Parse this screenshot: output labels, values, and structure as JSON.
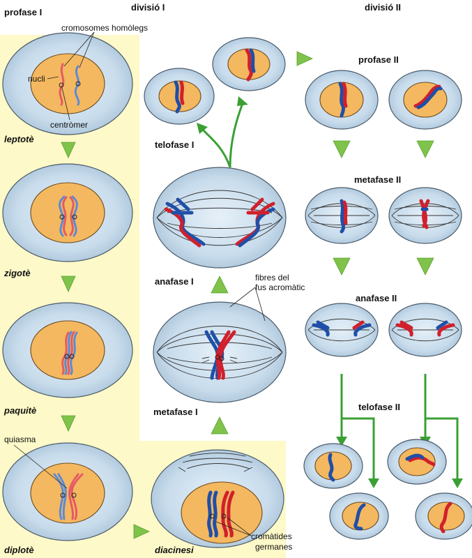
{
  "titles": {
    "division1": "divisió I",
    "division2": "divisió II"
  },
  "stages": {
    "profase1": "profase I",
    "leptotene": "leptotè",
    "zygotene": "zigotè",
    "pachytene": "paquitè",
    "diplotene": "diplotè",
    "diakinesis": "diacinesi",
    "metafase1": "metafase I",
    "anafase1": "anafase I",
    "telofase1": "telofase I",
    "profase2": "profase II",
    "metafase2": "metafase II",
    "anafase2": "anafase II",
    "telofase2": "telofase II"
  },
  "annotations": {
    "homologous_chromosomes": "cromosomes homòlegs",
    "nuclei": "nucli",
    "centromere": "centròmer",
    "chiasma": "quiasma",
    "spindle_fibres_line1": "fibres del",
    "spindle_fibres_line2": "fus acromàtic",
    "sister_chromatids_line1": "cromàtides",
    "sister_chromatids_line2": "germanes"
  },
  "colors": {
    "prophase_panel": "#fdf9c8",
    "cytoplasm": "#c6dcec",
    "nucleus": "#f4b860",
    "maternal_chromosome": "#d0202c",
    "paternal_chromosome": "#1f4fa8",
    "arrow": "#7fc34a"
  }
}
